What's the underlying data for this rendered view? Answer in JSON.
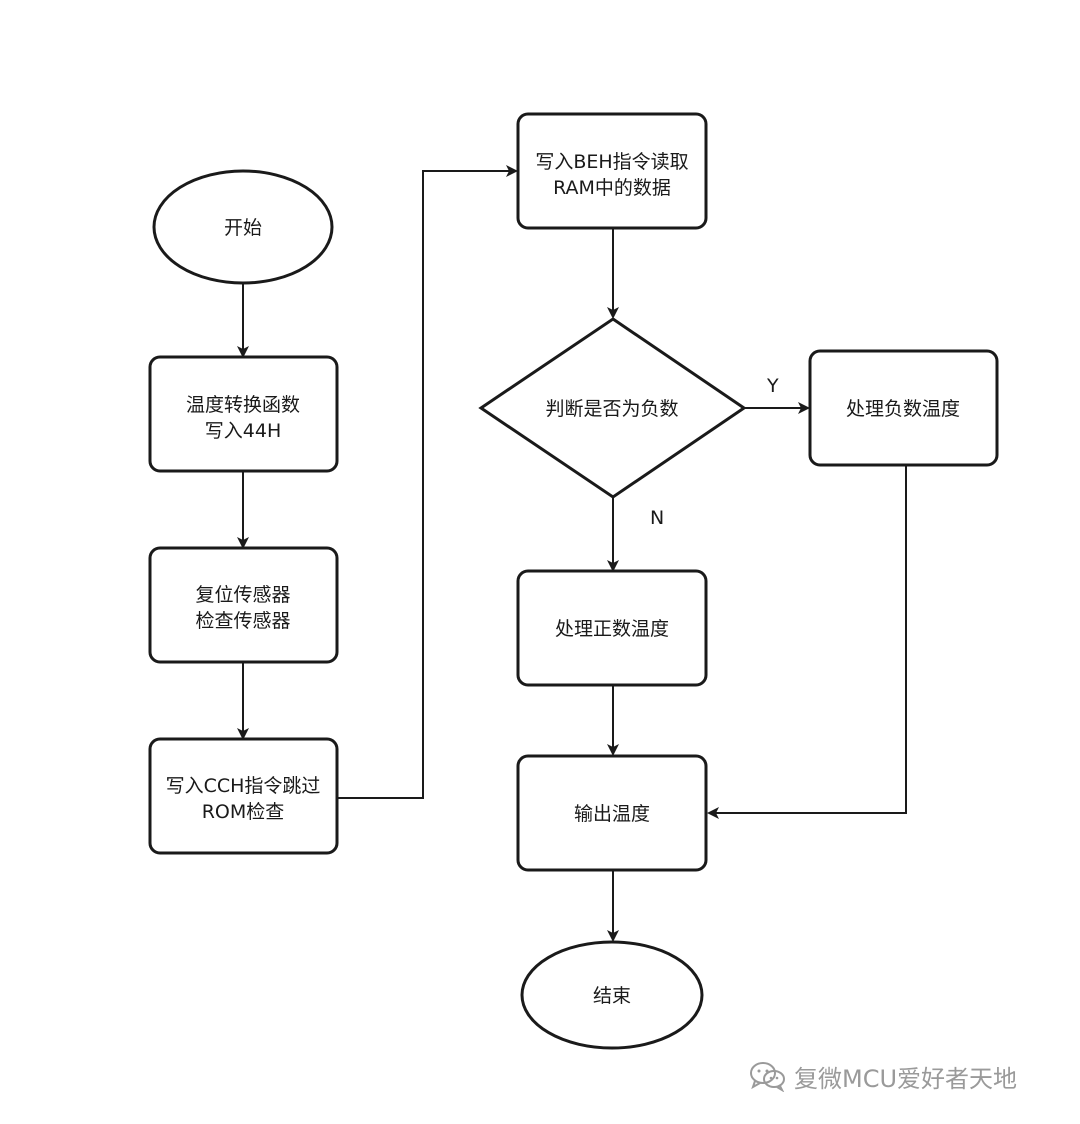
{
  "nodes": {
    "start": "开始",
    "temp_convert": [
      "温度转换函数",
      "写入44H"
    ],
    "reset_check": [
      "复位传感器",
      "检查传感器"
    ],
    "skip_rom": [
      "写入CCH指令跳过",
      "ROM检查"
    ],
    "read_ram": [
      "写入BEH指令读取",
      "RAM中的数据"
    ],
    "is_negative": "判断是否为负数",
    "process_negative": "处理负数温度",
    "process_positive": "处理正数温度",
    "output_temp": "输出温度",
    "end": "结束"
  },
  "edge_labels": {
    "yes": "Y",
    "no": "N"
  },
  "watermark": {
    "text": "复微MCU爱好者天地",
    "icon": "wechat-icon"
  },
  "colors": {
    "stroke": "#1a1a1a",
    "background": "#ffffff",
    "watermark": "#9a9a9a"
  }
}
